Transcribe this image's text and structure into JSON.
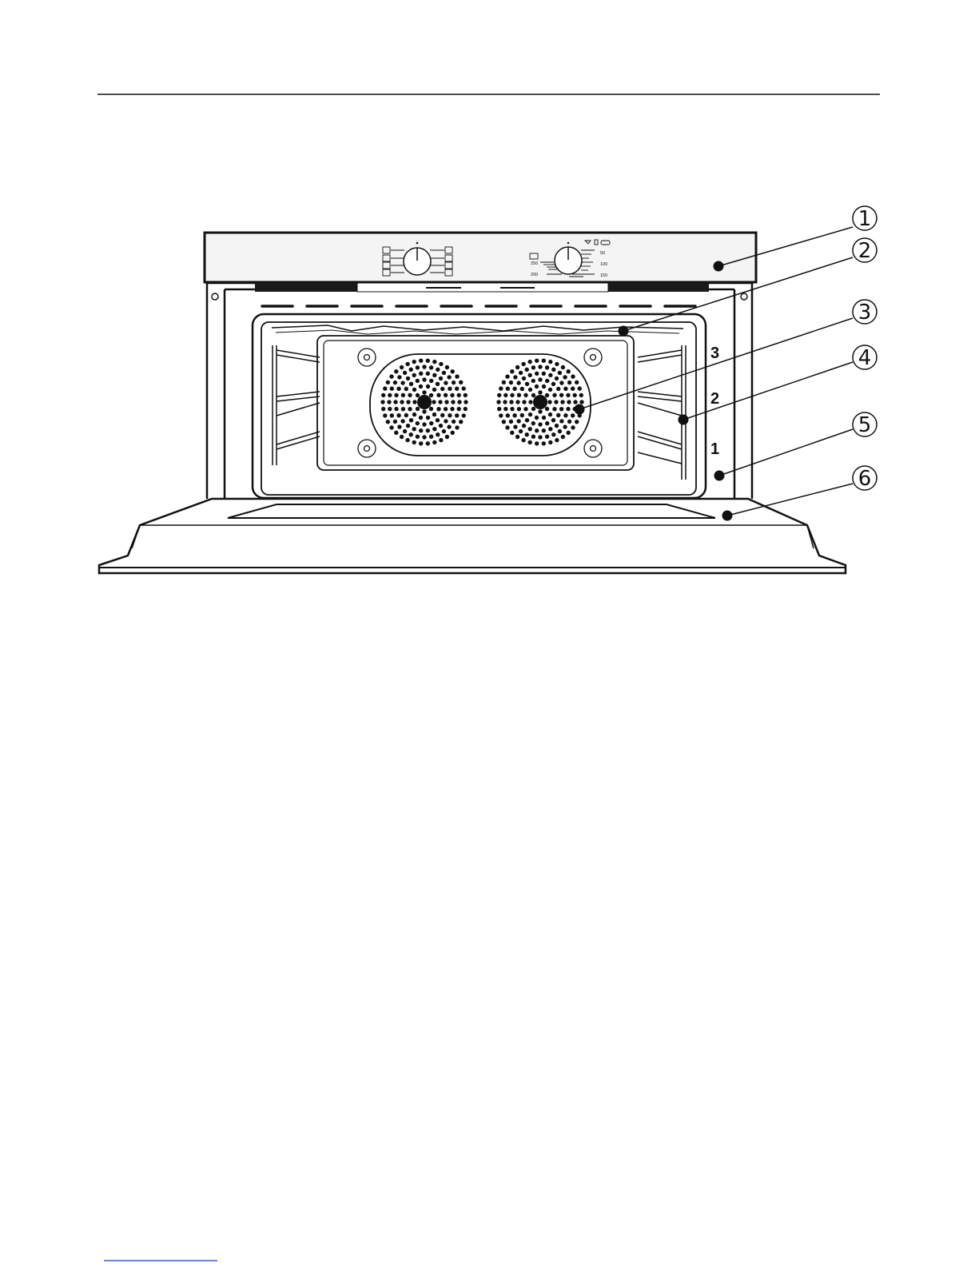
{
  "callouts": [
    {
      "id": "1",
      "label": "①"
    },
    {
      "id": "2",
      "label": "②"
    },
    {
      "id": "3",
      "label": "③"
    },
    {
      "id": "4",
      "label": "④"
    },
    {
      "id": "5",
      "label": "⑤"
    },
    {
      "id": "6",
      "label": "⑥"
    }
  ],
  "shelf_levels": [
    "3",
    "2",
    "1"
  ],
  "temperature_scale": {
    "left": [
      "250",
      "200"
    ],
    "right": [
      "50",
      "100",
      "150"
    ]
  },
  "colors": {
    "line": "#111111",
    "panel": "#f3f3f3",
    "dark_band": "#1a1a1a"
  }
}
